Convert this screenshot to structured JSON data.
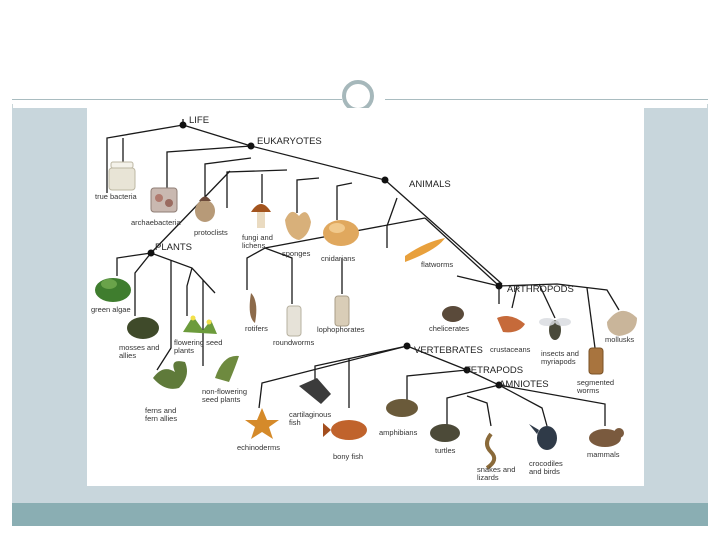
{
  "tree": {
    "groups": {
      "life": "LIFE",
      "eukaryotes": "EUKARYOTES",
      "animals": "ANIMALS",
      "plants": "PLANTS",
      "arthropods": "ARTHROPODS",
      "vertebrates": "VERTEBRATES",
      "tetrapods": "TETRAPODS",
      "amniotes": "AMNIOTES"
    },
    "taxa": {
      "true_bacteria": "true bacteria",
      "archaebacteria": "archaebacteria",
      "protoclists": "protoclists",
      "fungi_1": "fungi and",
      "fungi_2": "lichens",
      "sponges": "sponges",
      "cnidarians": "cnidarians",
      "flatworms": "flatworms",
      "green_algae": "green algae",
      "mosses_1": "mosses and",
      "mosses_2": "allies",
      "flowering_1": "flowering seed",
      "flowering_2": "plants",
      "ferns_1": "ferns and",
      "ferns_2": "fern allies",
      "nonflowering_1": "non-flowering",
      "nonflowering_2": "seed plants",
      "rotifers": "rotifers",
      "roundworms": "roundworms",
      "lophophorates": "lophophorates",
      "chelicerates": "chelicerates",
      "crustaceans": "crustaceans",
      "insects_1": "insects and",
      "insects_2": "myriapods",
      "mollusks": "mollusks",
      "segmented_1": "segmented",
      "segmented_2": "worms",
      "echinoderms": "echinoderms",
      "cartilaginous_1": "cartilaginous",
      "cartilaginous_2": "fish",
      "bony_fish": "bony fish",
      "amphibians": "amphibians",
      "turtles": "turtles",
      "snakes_1": "snakes and",
      "snakes_2": "lizards",
      "crocodiles_1": "crocodiles",
      "crocodiles_2": "and birds",
      "mammals": "mammals"
    }
  }
}
